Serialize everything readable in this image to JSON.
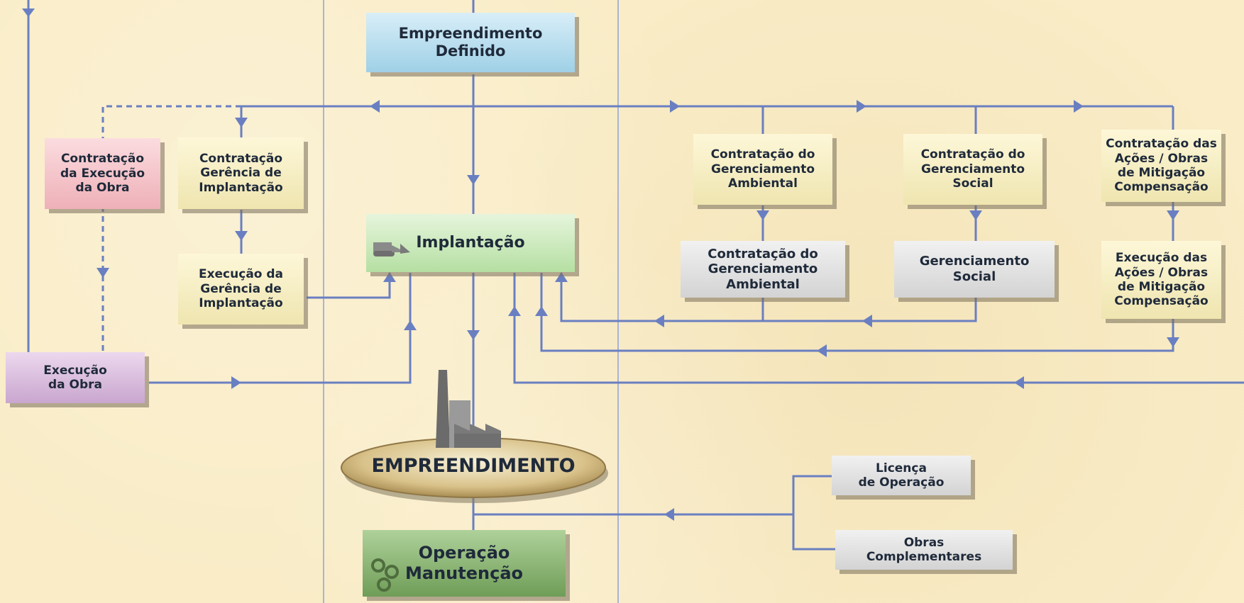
{
  "nodes": {
    "empreendimento_definido": "Empreendimento\nDefinido",
    "contratacao_execucao_obra": "Contratação\nda Execução\nda Obra",
    "contratacao_gerencia_implantacao": "Contratação\nGerência de\nImplantação",
    "execucao_gerencia_implantacao": "Execução da\nGerência de\nImplantação",
    "execucao_obra": "Execução\nda Obra",
    "implantacao": "Implantação",
    "contratacao_gerenciamento_ambiental_1": "Contratação do\nGerenciamento\nAmbiental",
    "contratacao_gerenciamento_ambiental_2": "Contratação do\nGerenciamento\nAmbiental",
    "contratacao_gerenciamento_social": "Contratação do\nGerenciamento\nSocial",
    "gerenciamento_social": "Gerenciamento\nSocial",
    "contratacao_acoes_obras": "Contratação das\nAções / Obras\nde Mitigação\nCompensação",
    "execucao_acoes_obras": "Execução das\nAções / Obras\nde Mitigação\nCompensação",
    "empreendimento": "EMPREENDIMENTO",
    "operacao_manutencao": "Operação\nManutenção",
    "licenca_operacao": "Licença\nde Operação",
    "obras_complementares": "Obras\nComplementares"
  },
  "colors": {
    "connector": "#6a7fc1",
    "divider": "#a9b4d4",
    "background": "#f9ecc6"
  },
  "icons": [
    "bulldozer-icon",
    "factory-icon",
    "gears-icon"
  ]
}
